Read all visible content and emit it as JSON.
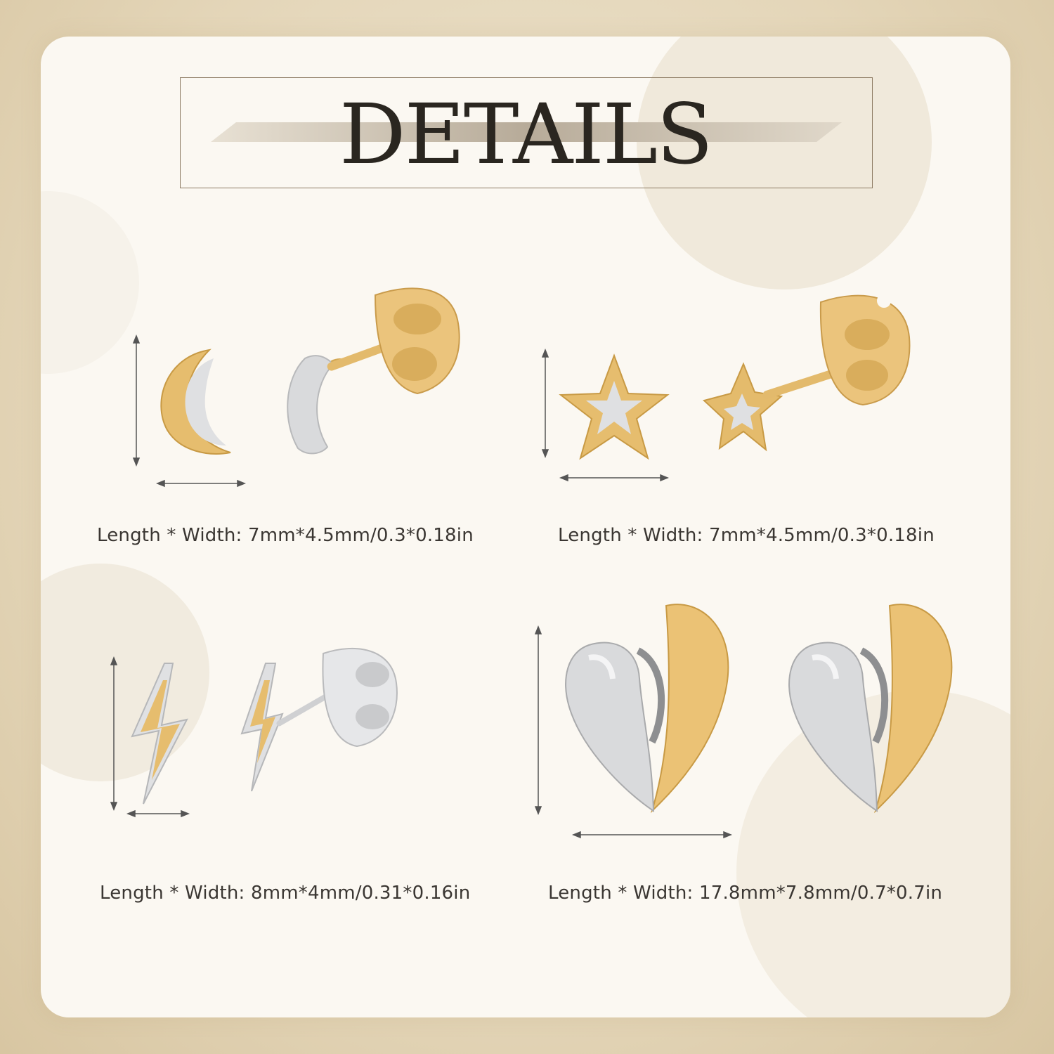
{
  "title": "DETAILS",
  "colors": {
    "gold": "#e2b86a",
    "silver": "#d5d6d8",
    "accent": "#8c7a62"
  },
  "products": [
    {
      "shape": "moon-icon",
      "caption": "Length * Width: 7mm*4.5mm/0.3*0.18in"
    },
    {
      "shape": "star-icon",
      "caption": "Length * Width: 7mm*4.5mm/0.3*0.18in"
    },
    {
      "shape": "lightning-icon",
      "caption": "Length * Width: 8mm*4mm/0.31*0.16in"
    },
    {
      "shape": "heart-icon",
      "caption": "Length * Width: 17.8mm*7.8mm/0.7*0.7in"
    }
  ]
}
